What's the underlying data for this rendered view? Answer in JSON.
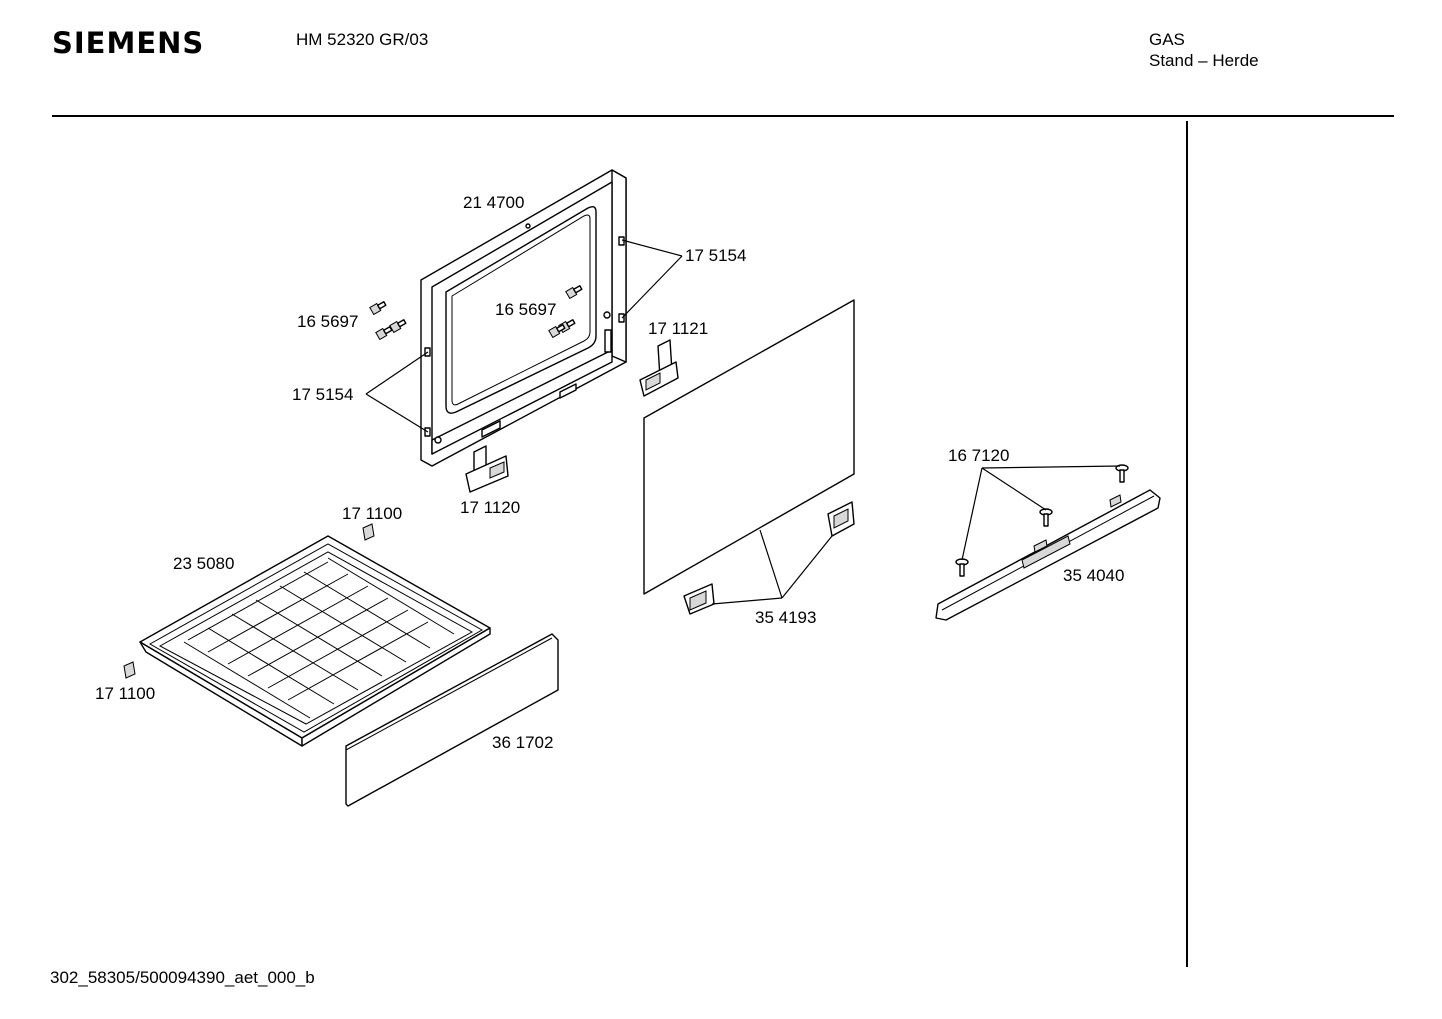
{
  "header": {
    "brand": "SIEMENS",
    "model": "HM 52320 GR/03",
    "category_line1": "GAS",
    "category_line2": "Stand – Herde"
  },
  "footer": {
    "doc_id": "302_58305/500094390_aet_000_b"
  },
  "parts": {
    "p214700": "21 4700",
    "p175154_right": "17 5154",
    "p165697_left": "16 5697",
    "p165697_inner": "16 5697",
    "p171121": "17 1121",
    "p175154_left": "17 5154",
    "p171120": "17 1120",
    "p171100_top": "17 1100",
    "p235080": "23 5080",
    "p167120": "16 7120",
    "p354040": "35 4040",
    "p354193": "35 4193",
    "p171100_bottom": "17 1100",
    "p361702": "36 1702"
  }
}
